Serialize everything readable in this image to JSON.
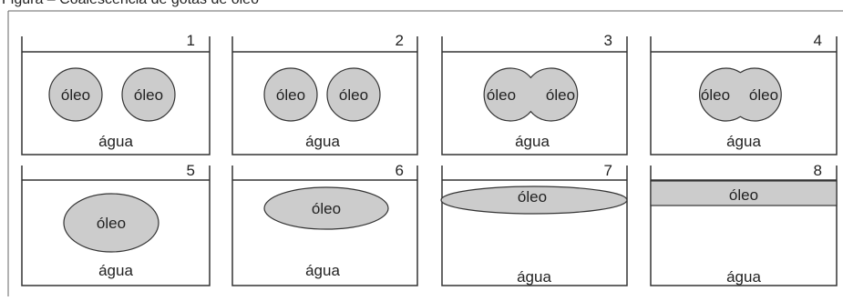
{
  "figure": {
    "caption": "Figura – Coalescência de gotas de óleo",
    "oil_label": "óleo",
    "water_label": "água",
    "colors": {
      "oil_fill": "#cccccc",
      "stroke": "#333333",
      "background": "#ffffff"
    }
  },
  "panels": [
    {
      "number": "1"
    },
    {
      "number": "2"
    },
    {
      "number": "3"
    },
    {
      "number": "4"
    },
    {
      "number": "5"
    },
    {
      "number": "6"
    },
    {
      "number": "7"
    },
    {
      "number": "8"
    }
  ]
}
